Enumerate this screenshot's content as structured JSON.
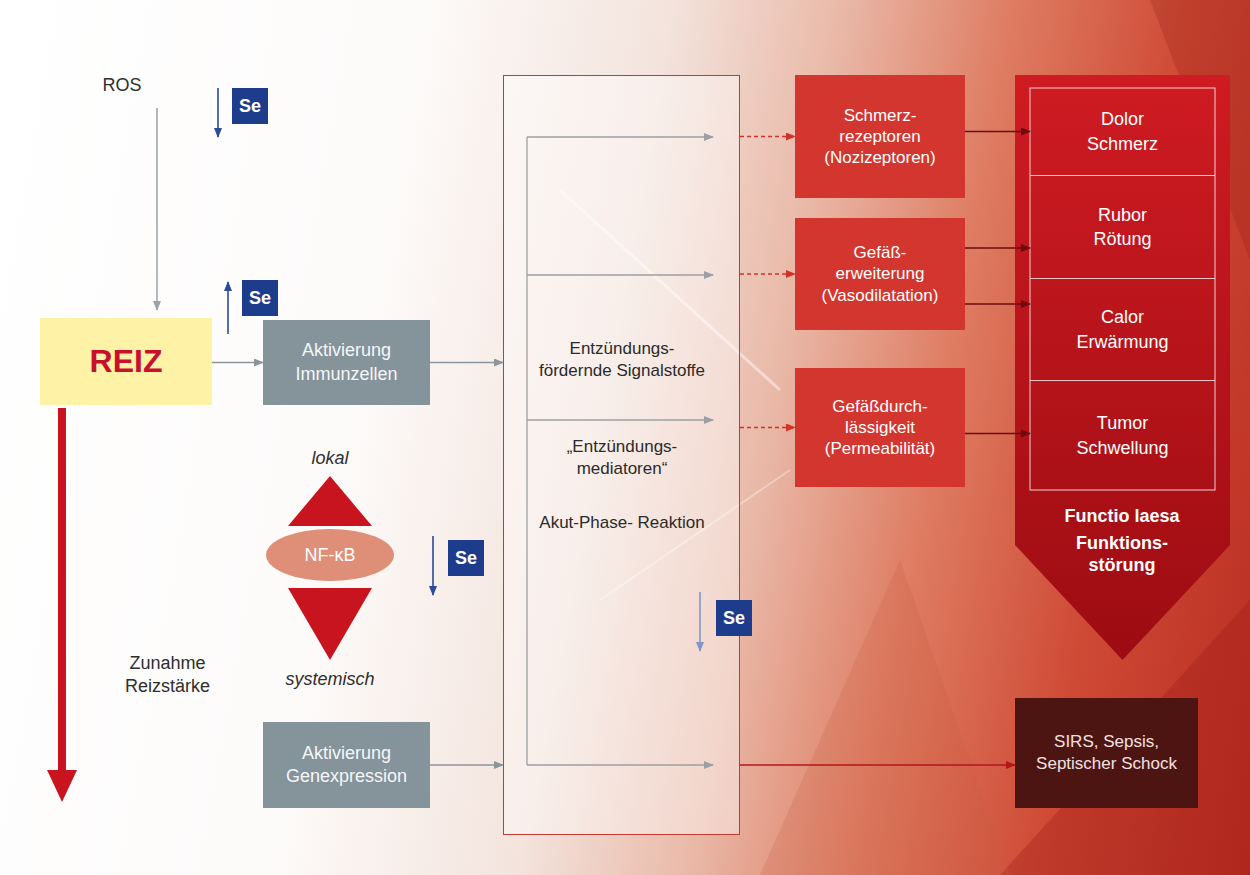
{
  "diagram": {
    "nodes": [
      {
        "text": [
          "Se"
        ]
      },
      {
        "text": [
          "REIZ"
        ]
      },
      {
        "text": [
          "Se"
        ]
      },
      {
        "text": [
          "Aktivierung Immunzellen"
        ]
      },
      {
        "text": [
          "NF-κB"
        ]
      },
      {
        "text": [
          "Se"
        ]
      },
      {
        "text": [
          "Aktivierung Genexpression"
        ]
      },
      {
        "text": [
          "Entzündungs- fördernde Signalstoffe",
          "„Entzündungs- mediatoren“",
          "Akut-Phase- Reaktion"
        ]
      },
      {
        "text": [
          "Se"
        ]
      },
      {
        "text": [
          "Schmerz- rezeptoren (Nozizeptoren)"
        ]
      },
      {
        "text": [
          "Gefäß- erweiterung (Vasodilatation)"
        ]
      },
      {
        "text": [
          "Gefäßdurch- lässigkeit (Permeabilität)"
        ]
      },
      {
        "text": [
          "Functio laesa",
          "Funktions- störung"
        ]
      },
      {
        "text": [
          "Dolor",
          "Schmerz"
        ],
        "in": 12
      },
      {
        "text": [
          "Rubor",
          "Rötung"
        ],
        "in": 12
      },
      {
        "text": [
          "Calor",
          "Erwärmung"
        ],
        "in": 12
      },
      {
        "text": [
          "Tumor",
          "Schwellung"
        ],
        "in": 12
      },
      {
        "text": [
          "SIRS, Sepsis, Septischer Schock"
        ]
      }
    ],
    "edges": [
      {
        "from": 1,
        "to": 3,
        "arrow": "to"
      },
      {
        "from": 3,
        "to": 7,
        "arrow": "to"
      },
      {
        "from": 6,
        "to": 7,
        "arrow": "to"
      },
      {
        "from": 7,
        "to": 9,
        "arrow": "to"
      },
      {
        "from": 7,
        "to": 10,
        "arrow": "to"
      },
      {
        "from": 7,
        "to": 11,
        "arrow": "to"
      },
      {
        "from": 7,
        "to": 17,
        "arrow": "to"
      },
      {
        "from": 9,
        "to": 13,
        "arrow": "to"
      },
      {
        "from": 10,
        "to": 14,
        "arrow": "to"
      },
      {
        "from": 10,
        "to": 15,
        "arrow": "to"
      },
      {
        "from": 11,
        "to": 16,
        "arrow": "to"
      }
    ],
    "labels": [
      "ROS",
      "lokal",
      "systemisch",
      "Zunahme Reizstärke"
    ]
  }
}
